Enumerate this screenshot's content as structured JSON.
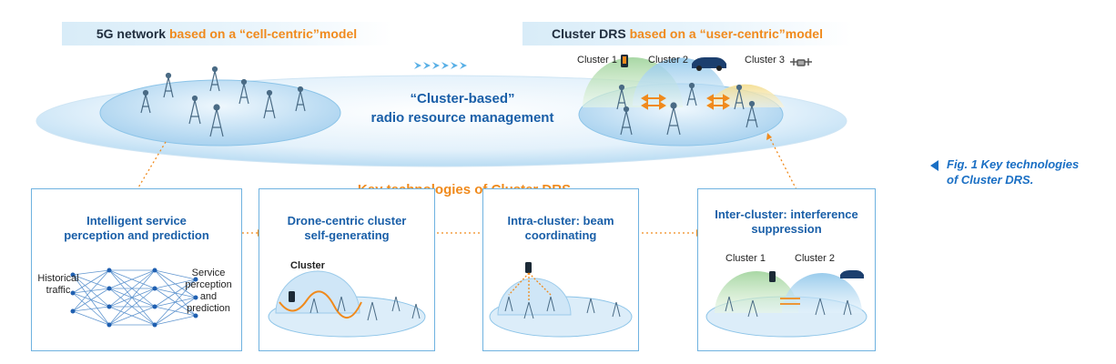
{
  "header_left": {
    "prefix": "5G network ",
    "highlight": "based on a “cell-centric”model"
  },
  "header_right": {
    "prefix": "Cluster DRS ",
    "highlight": "based on a “user-centric”model"
  },
  "center_label": {
    "line1": "“Cluster-based”",
    "line2": "radio resource management"
  },
  "clusters_top": [
    "Cluster 1",
    "Cluster 2",
    "Cluster 3"
  ],
  "key_tech_title": "Key technologies of Cluster DRS",
  "panels": [
    {
      "title_line1": "Intelligent service",
      "title_line2": "perception and prediction"
    },
    {
      "title_line1": "Drone-centric cluster",
      "title_line2": "self-generating",
      "cluster_label": "Cluster"
    },
    {
      "title_line1": "Intra-cluster: beam",
      "title_line2": "coordinating"
    },
    {
      "title_line1": "Inter-cluster:  interference",
      "title_line2": "suppression",
      "clusters": [
        "Cluster 1",
        "Cluster 2"
      ]
    }
  ],
  "nn_labels": {
    "left_line1": "Historical",
    "left_line2": "traffic",
    "right_line1": "Service",
    "right_line2": "perception",
    "right_line3": "and",
    "right_line4": "prediction"
  },
  "caption": {
    "line1": "Fig. 1 Key technologies",
    "line2": "of Cluster DRS."
  },
  "colors": {
    "accent_orange": "#f08a1c",
    "title_blue": "#1a5fa8",
    "caption_blue": "#1a6fc4",
    "panel_border": "#6fb2e0"
  }
}
